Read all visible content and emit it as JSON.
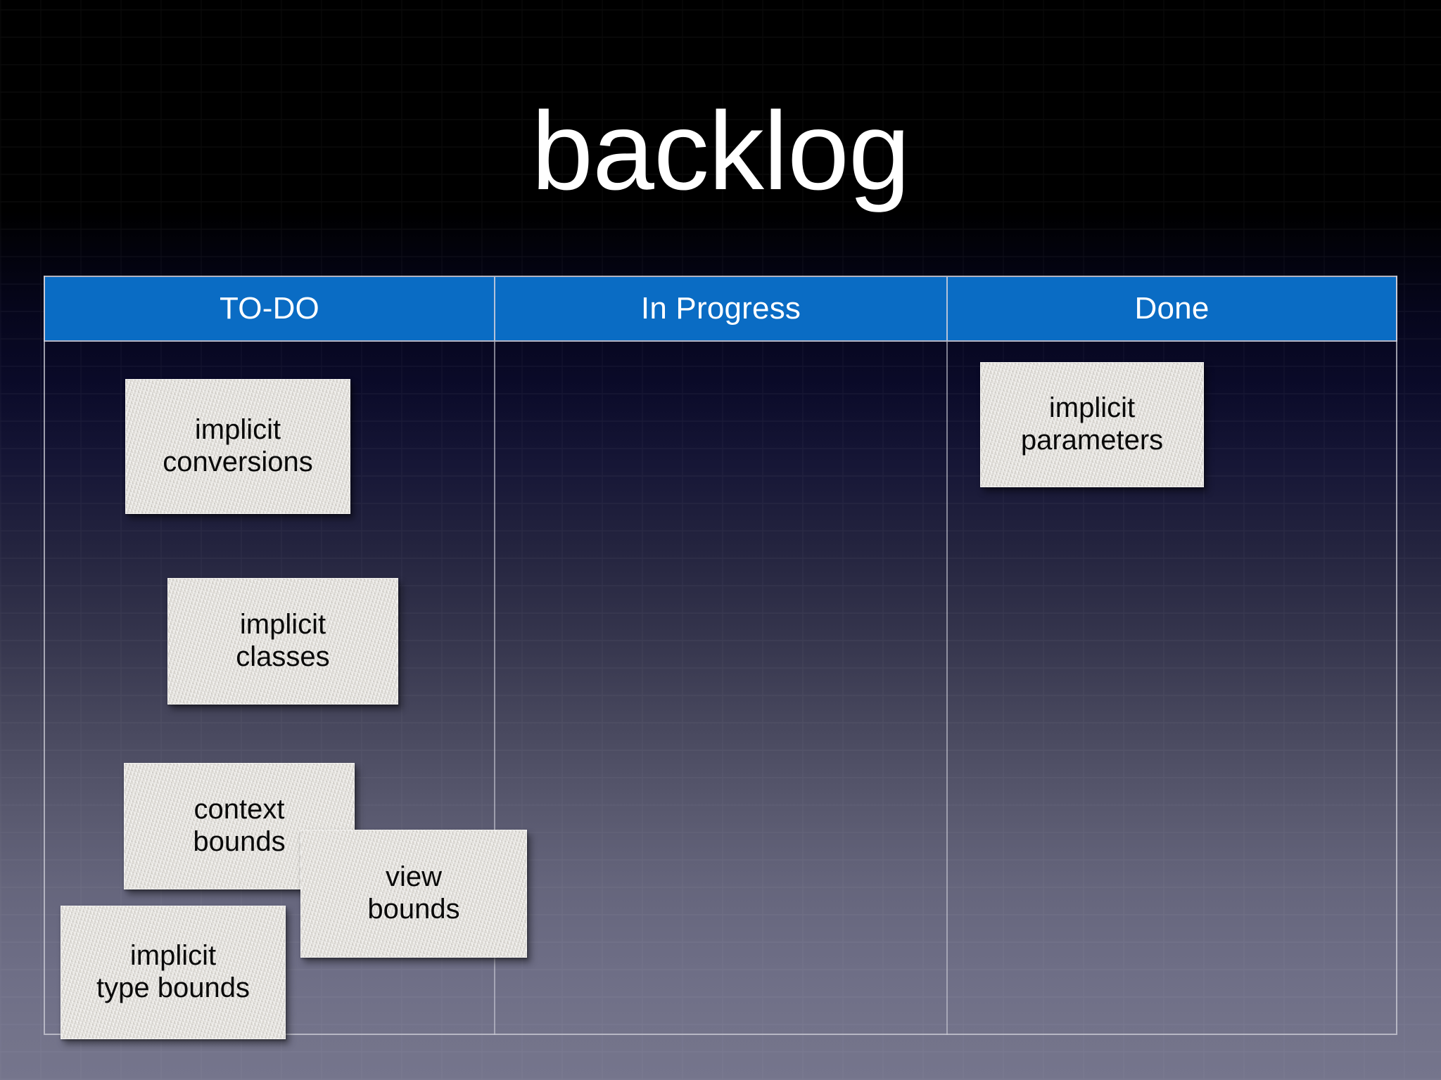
{
  "slide": {
    "title": "backlog",
    "title_color": "#ffffff",
    "background_top_color": "#000000",
    "background_bottom_color": "#75758c"
  },
  "board": {
    "header_bg_color": "#0a6cc4",
    "header_text_color": "#ffffff",
    "border_color": "#cdcdd7",
    "columns": [
      {
        "id": "todo",
        "label": "TO-DO",
        "cards": [
          {
            "text": "implicit\nconversions"
          },
          {
            "text": "implicit\nclasses"
          },
          {
            "text": "context\nbounds"
          },
          {
            "text": "view\nbounds"
          },
          {
            "text": "implicit\ntype bounds"
          }
        ]
      },
      {
        "id": "in-progress",
        "label": "In Progress",
        "cards": []
      },
      {
        "id": "done",
        "label": "Done",
        "cards": [
          {
            "text": "implicit\nparameters"
          }
        ]
      }
    ]
  },
  "cards": {
    "note_bg_color": "#e7e4df",
    "note_text_color": "#0a0a0a",
    "implicit_conversions": "implicit\nconversions",
    "implicit_classes": "implicit\nclasses",
    "context_bounds": "context\nbounds",
    "view_bounds": "view\nbounds",
    "implicit_type_bounds": "implicit\ntype bounds",
    "implicit_parameters": "implicit\nparameters"
  }
}
